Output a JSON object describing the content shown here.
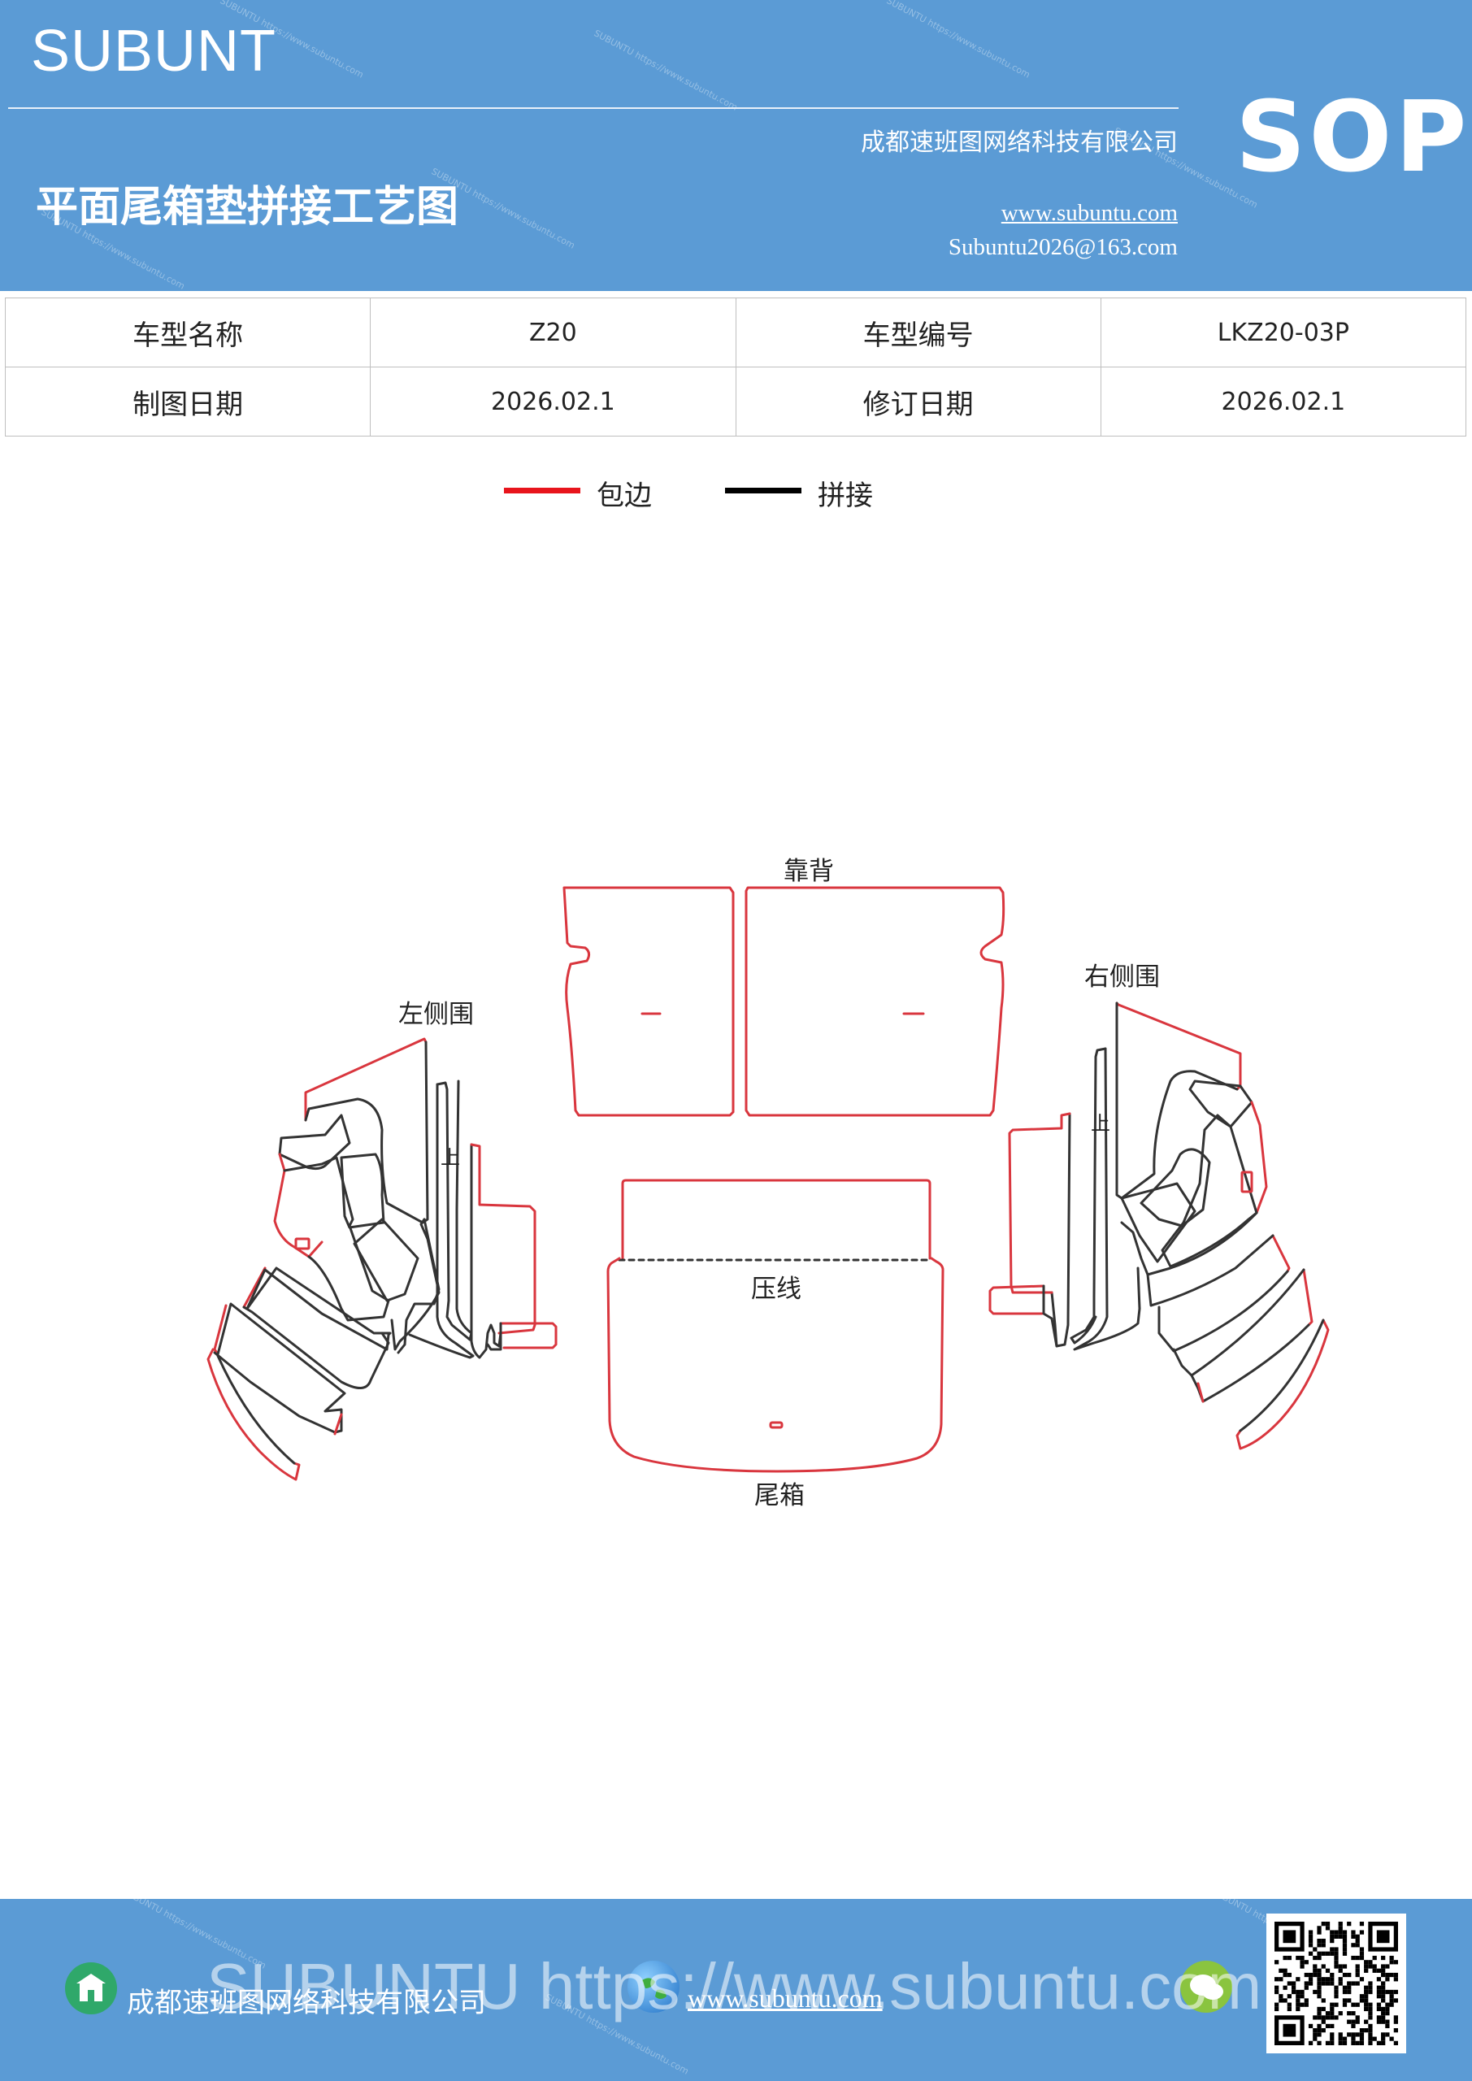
{
  "header": {
    "brand": "SUBUNT",
    "title": "平面尾箱垫拼接工艺图",
    "company": "成都速班图网络科技有限公司",
    "website": "www.subuntu.com",
    "email": "Subuntu2026@163.com",
    "badge": "SOP"
  },
  "info_table": {
    "rows": [
      {
        "label1": "车型名称",
        "value1": "Z20",
        "label2": "车型编号",
        "value2": "LKZ20-03P"
      },
      {
        "label1": "制图日期",
        "value1": "2026.02.1",
        "label2": "修订日期",
        "value2": "2026.02.1"
      }
    ]
  },
  "legend": {
    "items": [
      {
        "label": "包边",
        "color": "#e8141c"
      },
      {
        "label": "拼接",
        "color": "#000000"
      }
    ]
  },
  "diagram": {
    "labels": {
      "backrest": "靠背",
      "left_side": "左侧围",
      "right_side": "右侧围",
      "crease": "压线",
      "trunk": "尾箱",
      "up_left": "上",
      "up_right": "上"
    },
    "edge_color": "#d9363e",
    "seam_color": "#333333"
  },
  "footer": {
    "company": "成都速班图网络科技有限公司",
    "website": "www.subuntu.com",
    "watermark": "SUBUNTU https://www.subuntu.com"
  }
}
